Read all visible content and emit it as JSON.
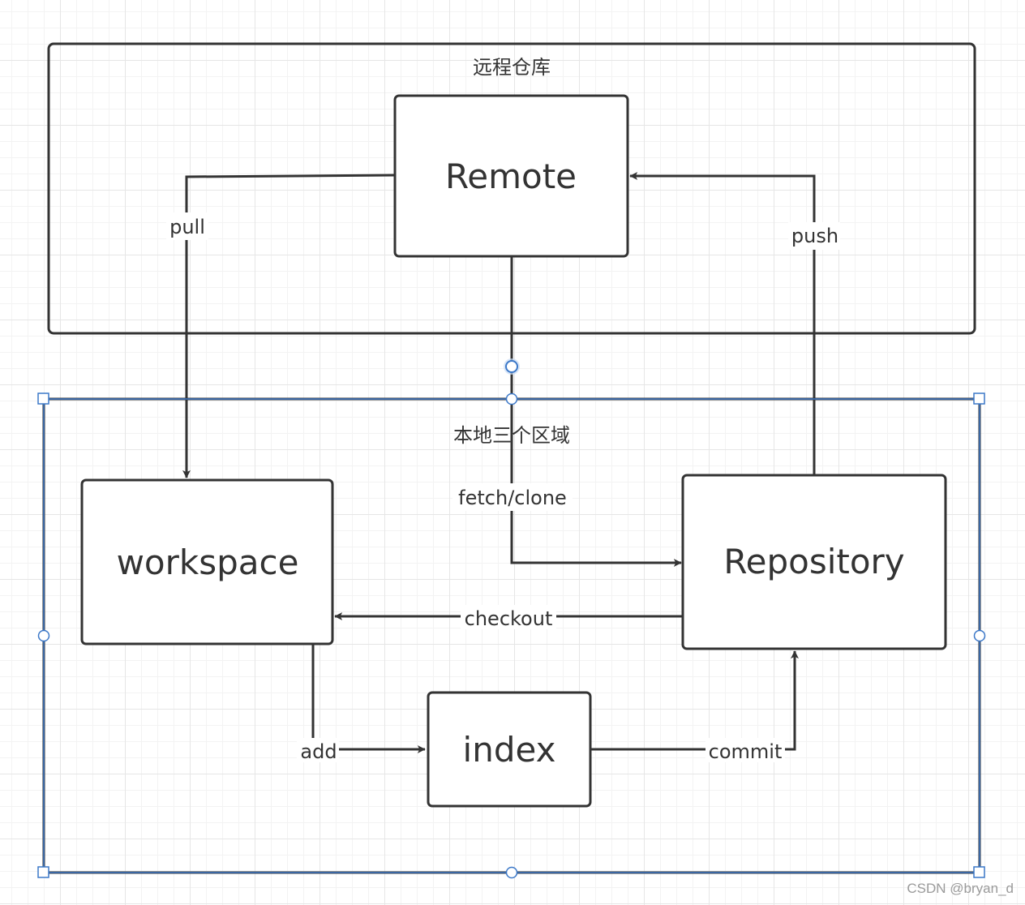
{
  "groups": {
    "remote_group": "远程仓库",
    "local_group": "本地三个区域"
  },
  "nodes": {
    "remote": "Remote",
    "workspace": "workspace",
    "repository": "Repository",
    "index": "index"
  },
  "edges": {
    "pull": "pull",
    "push": "push",
    "fetch_clone": "fetch/clone",
    "checkout": "checkout",
    "add": "add",
    "commit": "commit"
  },
  "watermark": "CSDN @bryan_d",
  "colors": {
    "stroke": "#333333",
    "selection": "#3c78c8"
  }
}
